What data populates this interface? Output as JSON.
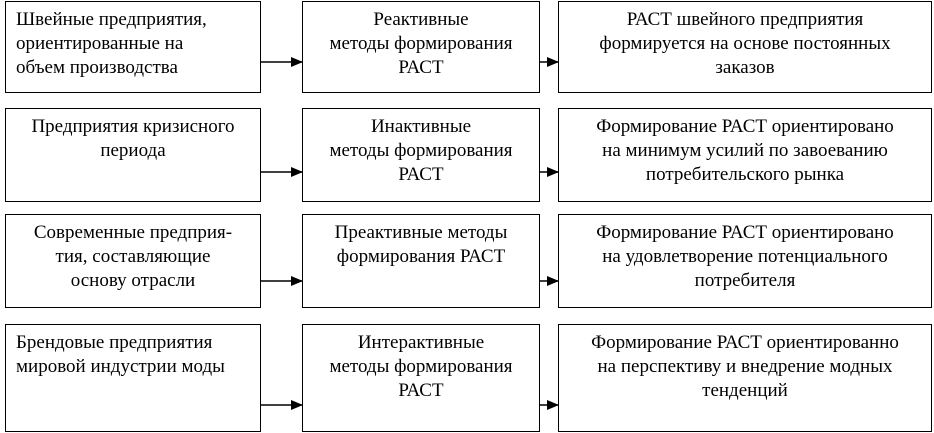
{
  "rows": [
    {
      "category": "Швейные предприятия,\nориентированные на\nобъем производства",
      "method": "Реактивные\nметоды формирования\nРАСТ",
      "result": "РАСТ швейного предприятия\nформируется на основе постоянных\nзаказов"
    },
    {
      "category": "Предприятия кризисного\nпериода",
      "method": "Инактивные\nметоды формирования\nРАСТ",
      "result": "Формирование РАСТ ориентировано\nна минимум  усилий по завоеванию\nпотребительского рынка"
    },
    {
      "category": "Современные предприя-\nтия, составляющие\nоснову отрасли",
      "method": "Преактивные методы\nформирования РАСТ",
      "result": "Формирование РАСТ ориентировано\nна  удовлетворение потенциального\nпотребителя"
    },
    {
      "category": "Брендовые предприятия\nмировой индустрии моды",
      "method": "Интерактивные\nметоды формирования\nРАСТ",
      "result": "Формирование РАСТ ориентированно\nна перспективу и  внедрение модных\nтенденций"
    }
  ]
}
